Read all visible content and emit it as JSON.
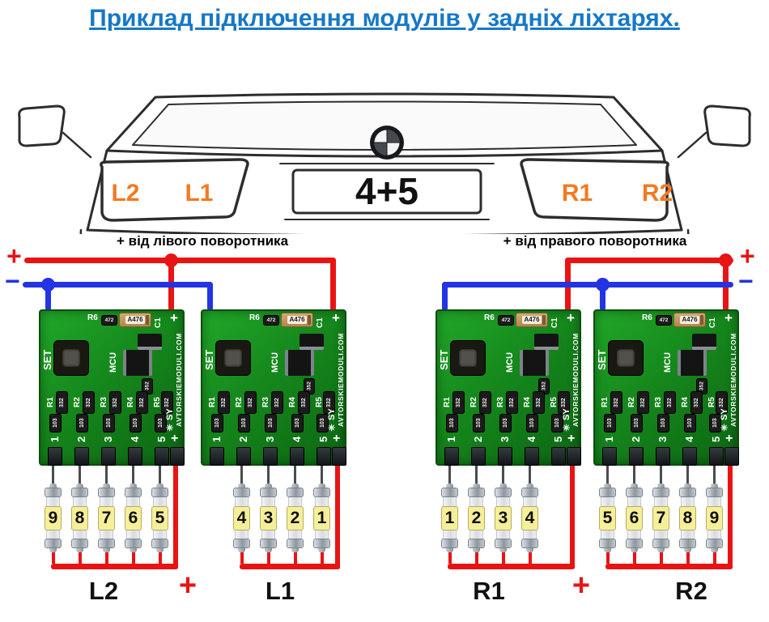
{
  "title": "Приклад підключення модулів у задніх ліхтарях.",
  "car": {
    "left_light_labels": [
      "L2",
      "L1"
    ],
    "right_light_labels": [
      "R1",
      "R2"
    ],
    "plate_text": "4+5"
  },
  "feeds": {
    "left_label": "+ від лівого поворотника",
    "right_label": "+ від правого поворотника",
    "plus_symbol": "+",
    "minus_symbol": "−"
  },
  "colors": {
    "title_blue": "#1678c8",
    "wire_plus_red": "#e81414",
    "wire_minus_blue": "#2334e4",
    "label_orange": "#f4791f",
    "pcb_green": "#15871c",
    "bulb_label_yellow": "#f6ef9a"
  },
  "board_silkscreen": {
    "set_label": "SET",
    "r6_label": "R6",
    "res472": "472",
    "cap_label": "A476",
    "c1_label": "C1",
    "plus_top": "+",
    "mcu_label": "MCU",
    "res352": "352",
    "r_labels": [
      "R1",
      "R2",
      "R3",
      "R4",
      "R5"
    ],
    "res332": "332",
    "res103": "103",
    "sy_label": "SY",
    "star": "✳",
    "site_text": "AVTORSKIEMODULI.COM",
    "terminal_numbers": [
      "1",
      "2",
      "3",
      "4",
      "5"
    ],
    "plus_terminal": "+"
  },
  "modules": [
    {
      "name": "L2",
      "bulbs": [
        "9",
        "8",
        "7",
        "6",
        "5"
      ]
    },
    {
      "name": "L1",
      "bulbs": [
        "4",
        "3",
        "2",
        "1"
      ]
    },
    {
      "name": "R1",
      "bulbs": [
        "1",
        "2",
        "3",
        "4"
      ]
    },
    {
      "name": "R2",
      "bulbs": [
        "5",
        "6",
        "7",
        "8",
        "9"
      ]
    }
  ]
}
